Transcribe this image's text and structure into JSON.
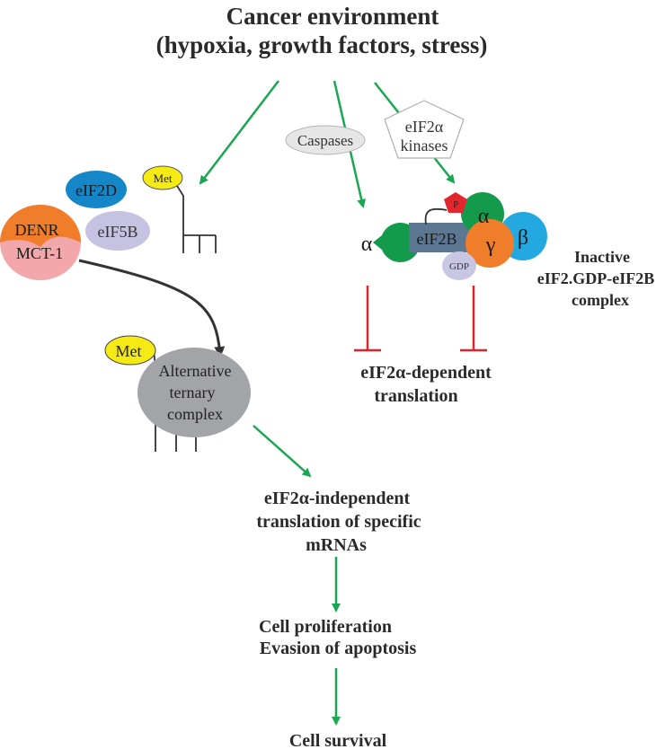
{
  "title": {
    "line1": "Cancer environment",
    "line2": "(hypoxia, growth factors, stress)"
  },
  "nodes": {
    "caspases": "Caspases",
    "eif2a_kinases_line1": "eIF2α",
    "eif2a_kinases_line2": "kinases",
    "met_small": "Met",
    "eif2d": "eIF2D",
    "denr": "DENR",
    "mct1": "MCT-1",
    "eif5b": "eIF5B",
    "alpha_free": "α",
    "phospho": "P",
    "eif2b": "eIF2B",
    "alpha": "α",
    "gamma": "γ",
    "beta": "β",
    "gdp": "GDP",
    "met_complex": "Met",
    "alt_line1": "Alternative",
    "alt_line2": "ternary",
    "alt_line3": "complex"
  },
  "labels": {
    "inactive_line1": "Inactive",
    "inactive_line2": "eIF2.GDP-eIF2B",
    "inactive_line3": "complex",
    "dependent_line1": "eIF2α-dependent",
    "dependent_line2": "translation",
    "independent_line1": "eIF2α-independent",
    "independent_line2": "translation of specific",
    "independent_line3": "mRNAs",
    "prolif_line1": "Cell proliferation",
    "prolif_line2": "Evasion of apoptosis",
    "survival": "Cell survival"
  },
  "colors": {
    "activation_arrow": "#1aa652",
    "inhibition": "#d9262b",
    "dark_arrow": "#333333",
    "eif2d": "#1587c9",
    "denr": "#ef7d2a",
    "mct1": "#f2a7ab",
    "eif5b": "#c6c2e2",
    "met": "#f5ea14",
    "alpha": "#139a4a",
    "gamma": "#ef7d2a",
    "beta": "#23a8e0",
    "eif2b": "#5c7792",
    "phospho": "#e1262e",
    "gdp": "#c9c6e4",
    "alt_complex": "#a3a4a7",
    "caspases": "#e6e6e6"
  }
}
